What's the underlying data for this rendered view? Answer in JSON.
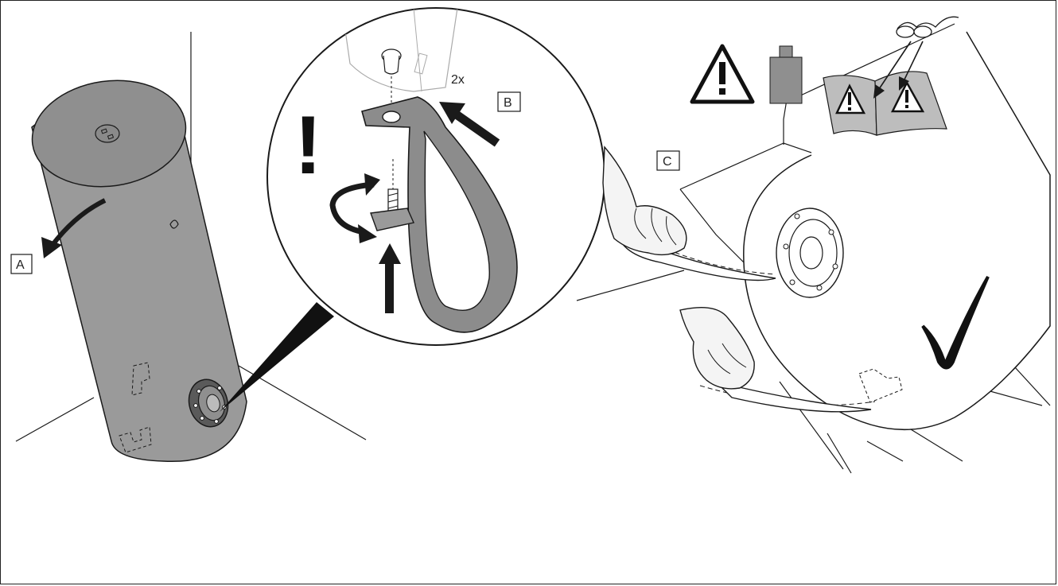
{
  "labels": {
    "a": "A",
    "b": "B",
    "c": "C",
    "count": "2x",
    "exclamation": "!"
  },
  "colors": {
    "tank": "#9a9a9a",
    "tank_top": "#8f8f8f",
    "strap": "#8c8c8c",
    "weight": "#8f8f8f",
    "manual": "#bdbdbd",
    "line": "#1a1a1a"
  },
  "icons": [
    "warning-triangle-icon",
    "weight-icon",
    "manual-warning-icon",
    "safety-glasses-icon",
    "checkmark-icon"
  ]
}
